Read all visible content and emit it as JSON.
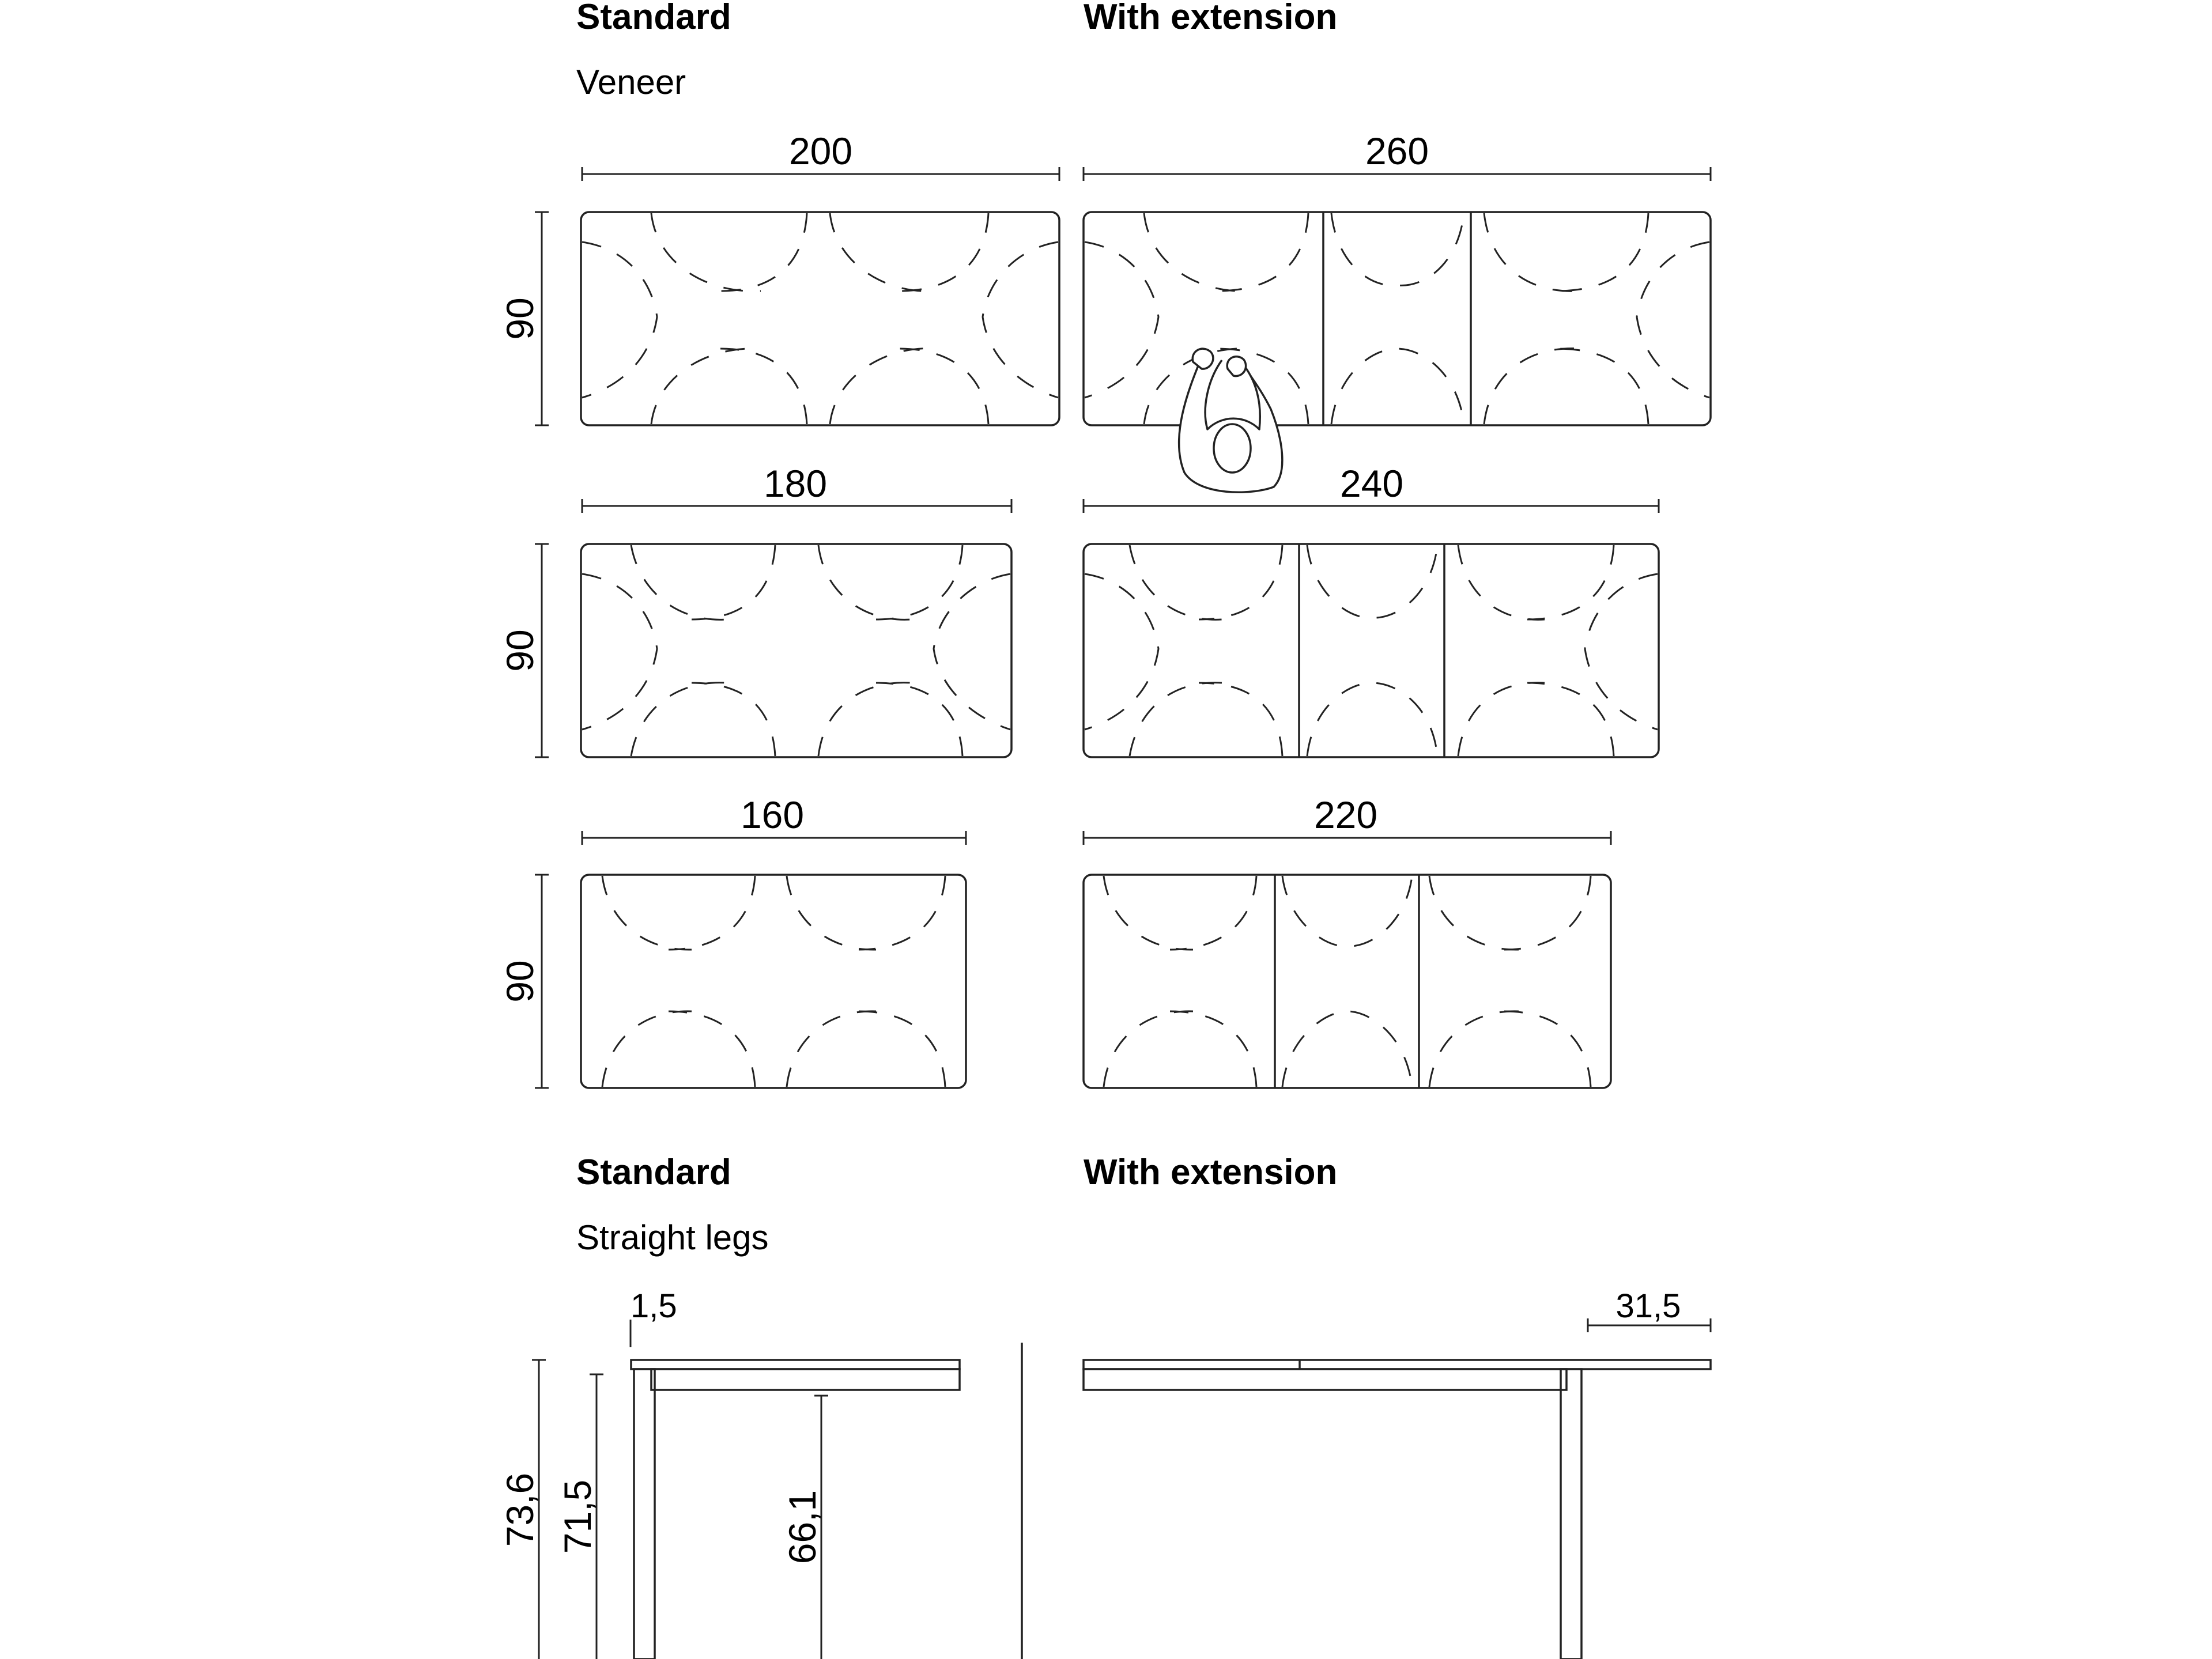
{
  "section_top": {
    "standard_heading": "Standard",
    "extension_heading": "With extension",
    "finish_label": "Veneer"
  },
  "section_bottom": {
    "standard_heading": "Standard",
    "extension_heading": "With extension",
    "legs_label": "Straight legs"
  },
  "top_views": [
    {
      "id": "row1",
      "depth": "90",
      "standard_length": "200",
      "extended_length": "260"
    },
    {
      "id": "row2",
      "depth": "90",
      "standard_length": "180",
      "extended_length": "240"
    },
    {
      "id": "row3",
      "depth": "90",
      "standard_length": "160",
      "extended_length": "220"
    }
  ],
  "side_view": {
    "top_thickness": "1,5",
    "total_height": "73,6",
    "frame_height": "71,5",
    "clearance": "66,1",
    "extension_overhang": "31,5"
  },
  "icons": {
    "person": "seated-person-icon"
  },
  "colors": {
    "line": "#222222",
    "background": "#ffffff"
  }
}
